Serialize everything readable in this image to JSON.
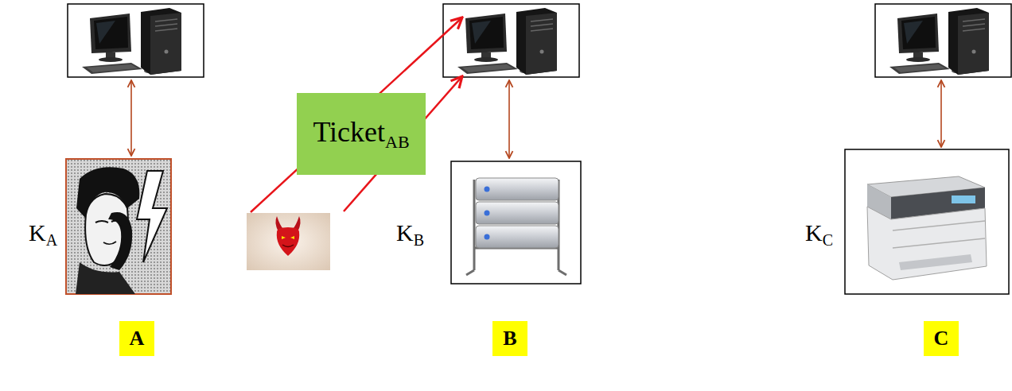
{
  "diagram": {
    "nodes": [
      {
        "text": [
          "Ticket",
          "AB"
        ]
      },
      {
        "text": [
          "A"
        ]
      },
      {
        "text": [
          "B"
        ]
      },
      {
        "text": [
          "C"
        ]
      }
    ],
    "labels": [
      "K",
      "A",
      "K",
      "B",
      "K",
      "C"
    ]
  }
}
